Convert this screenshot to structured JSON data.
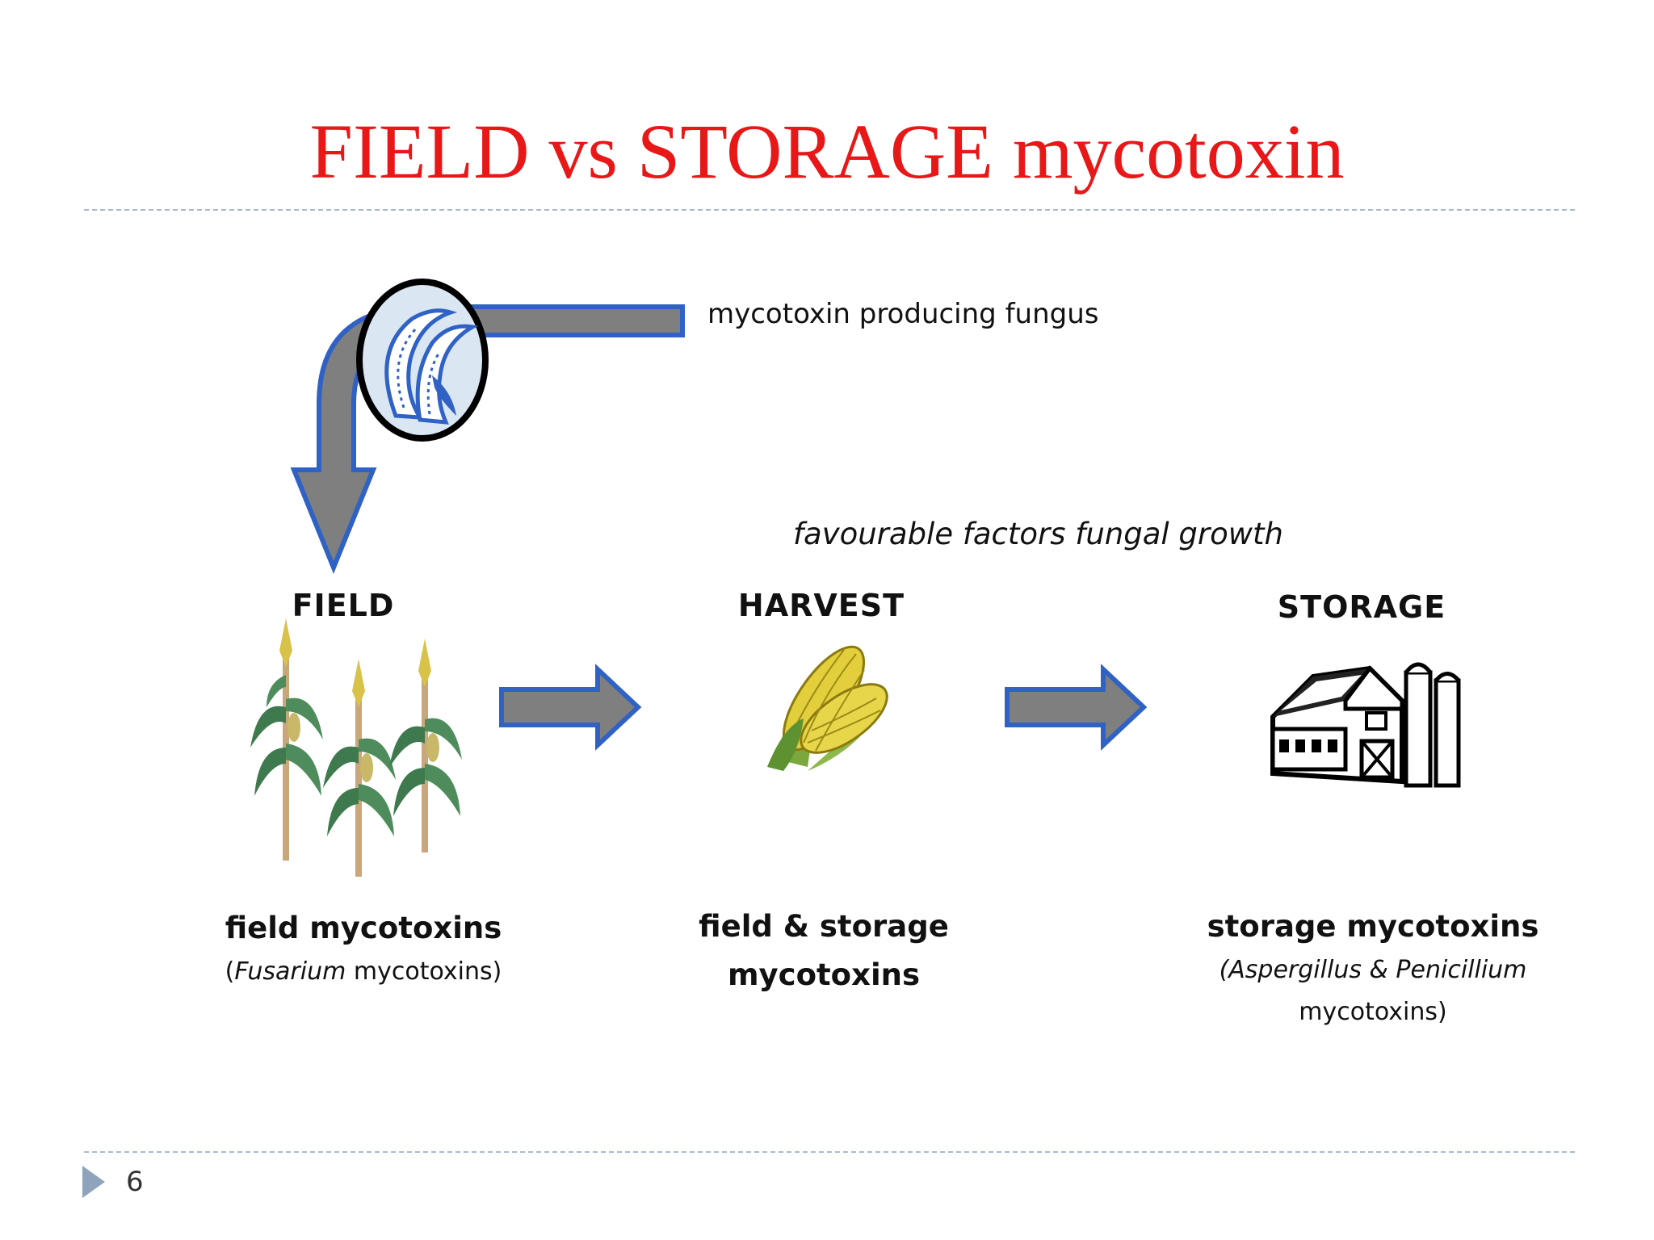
{
  "slide": {
    "title": "FIELD vs STORAGE mycotoxin",
    "page_number": "6"
  },
  "fungus": {
    "label": "mycotoxin producing fungus"
  },
  "factors_label": "favourable factors fungal growth",
  "stages": [
    {
      "label": "FIELD",
      "caption": "field mycotoxins",
      "sub_open": "(",
      "sub_italic": "Fusarium",
      "sub_rest": " mycotoxins)"
    },
    {
      "label": "HARVEST",
      "caption_line1": "field &  storage",
      "caption_line2": "mycotoxins"
    },
    {
      "label": "STORAGE",
      "caption": "storage mycotoxins",
      "sub_italic": "(Aspergillus & Penicillium",
      "sub_line2": "mycotoxins)"
    }
  ],
  "colors": {
    "title": "#e81818",
    "arrow_fill": "#7f7f7f",
    "arrow_stroke": "#2f62c4",
    "rule": "#a9b9cc",
    "page_marker": "#8fa3bd"
  },
  "icons": [
    "fungus-spore-icon",
    "corn-plants-icon",
    "corn-cob-icon",
    "barn-icon"
  ]
}
